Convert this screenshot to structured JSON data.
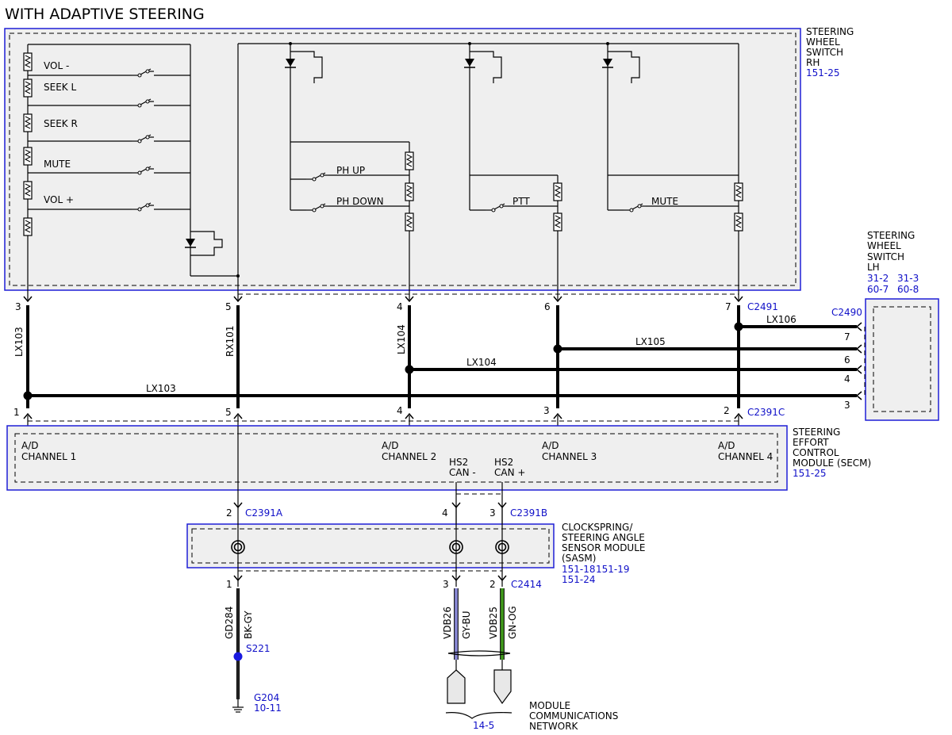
{
  "title": "WITH ADAPTIVE STEERING",
  "components": {
    "rh_switch": {
      "name": [
        "STEERING",
        "WHEEL",
        "SWITCH",
        "RH"
      ],
      "ref": "151-25"
    },
    "lh_switch": {
      "name": [
        "STEERING",
        "WHEEL",
        "SWITCH",
        "LH"
      ],
      "refs": [
        "31-2",
        "31-3",
        "60-7",
        "60-8"
      ]
    },
    "secm": {
      "name": [
        "STEERING",
        "EFFORT",
        "CONTROL",
        "MODULE (SECM)"
      ],
      "ref": "151-25"
    },
    "sasm": {
      "name": [
        "CLOCKSPRING/",
        "STEERING ANGLE",
        "SENSOR MODULE",
        "(SASM)"
      ],
      "refs": [
        "151-18",
        "151-19",
        "151-24"
      ]
    },
    "network": {
      "name": [
        "MODULE",
        "COMMUNICATIONS",
        "NETWORK"
      ],
      "ref": "14-5"
    }
  },
  "switches_left": [
    "VOL -",
    "SEEK L",
    "SEEK R",
    "MUTE",
    "VOL +"
  ],
  "switches_right": [
    "PH UP",
    "PH DOWN",
    "PTT",
    "MUTE"
  ],
  "channels": [
    "A/D",
    "CHANNEL 1",
    "CHANNEL 2",
    "CHANNEL 3",
    "CHANNEL 4"
  ],
  "can_labels": [
    "HS2",
    "CAN -",
    "CAN +"
  ],
  "connectors": {
    "c2491": "C2491",
    "c2490": "C2490",
    "c2391c": "C2391C",
    "c2391a": "C2391A",
    "c2391b": "C2391B",
    "c2414": "C2414"
  },
  "pins": {
    "c2491": [
      "3",
      "5",
      "4",
      "6",
      "7"
    ],
    "c2391c": [
      "1",
      "5",
      "4",
      "3",
      "2"
    ],
    "c2490": [
      "7",
      "6",
      "4",
      "3"
    ],
    "c2391a": "2",
    "c2391b": [
      "4",
      "3"
    ],
    "c2414": [
      "1",
      "3",
      "2"
    ]
  },
  "circuits": {
    "lx103": "LX103",
    "rx101": "RX101",
    "lx104": "LX104",
    "lx105": "LX105",
    "lx106": "LX106",
    "gd284": "GD284",
    "bk_gy": "BK-GY",
    "vdb26": "VDB26",
    "gy_bu": "GY-BU",
    "vdb25": "VDB25",
    "gn_og": "GN-OG"
  },
  "splice": "S221",
  "ground": {
    "name": "G204",
    "ref": "10-11"
  },
  "colors": {
    "reference_blue": "#1010c8",
    "box_outline": "#1f1fd6",
    "box_fill": "#efefef",
    "wire_gy_bu": "#8a8ad8",
    "wire_gn_og": "#3f9a1a",
    "splice_dot": "#1a1adf"
  }
}
